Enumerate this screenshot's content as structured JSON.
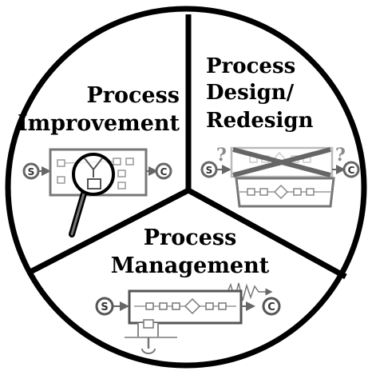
{
  "segments": {
    "improvement": {
      "title_line1": "Process",
      "title_line2": "Improvement"
    },
    "design": {
      "title_line1": "Process",
      "title_line2": "Design/",
      "title_line3": "Redesign"
    },
    "management": {
      "title_line1": "Process",
      "title_line2": "Management"
    }
  },
  "nodes": {
    "start_letter": "S",
    "end_letter": "C"
  },
  "design_marks": {
    "question_mark": "?"
  },
  "colors": {
    "outline": "#000000",
    "icon_gray": "#777777",
    "icon_light": "#bbbbbb"
  }
}
